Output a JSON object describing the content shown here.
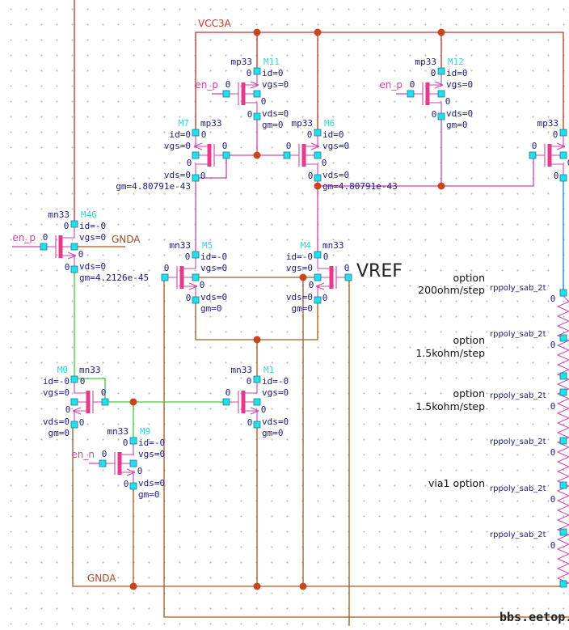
{
  "nets": {
    "vcc": "VCC3A",
    "gnd": "GNDA",
    "gnd_small": "GNDA",
    "vref": "VREF"
  },
  "pin_value": "0",
  "colors": {
    "vcc": "#c03030",
    "ground": "#a8581e",
    "device_wire": "#cc44aa",
    "green_net": "#3ccf3c",
    "blue_net": "#2a7ad0",
    "pin": "#22e0ea",
    "node": "#c8461c",
    "channel": "#e8388a"
  },
  "transistors": [
    {
      "name": "M11",
      "model": "mp33",
      "gate_label": "en_p",
      "params": [
        "id=0",
        "vgs=0",
        "vds=0",
        "gm=0"
      ]
    },
    {
      "name": "M7",
      "model": "mp33",
      "gate_label": "",
      "params": [
        "id=0",
        "vgs=0",
        "vds=0",
        "gm=4.80791e-43"
      ]
    },
    {
      "name": "M6",
      "model": "mp33",
      "gate_label": "",
      "params": [
        "id=0",
        "vgs=0",
        "vds=0",
        "gm=4.80791e-43"
      ]
    },
    {
      "name": "M12",
      "model": "mp33",
      "gate_label": "en_p",
      "params": [
        "id=0",
        "vgs=0",
        "vds=0",
        "gm=0"
      ]
    },
    {
      "name": "",
      "model": "mp33",
      "gate_label": "",
      "params": []
    },
    {
      "name": "M46",
      "model": "mn33",
      "gate_label": "en_p",
      "params": [
        "id=-0",
        "vgs=0",
        "vds=0",
        "gm=4.2126e-45"
      ]
    },
    {
      "name": "M5",
      "model": "mn33",
      "gate_label": "",
      "params": [
        "id=-0",
        "vgs=0",
        "vds=0",
        "gm=0"
      ]
    },
    {
      "name": "M4",
      "model": "mn33",
      "gate_label": "",
      "params": [
        "id=-0",
        "vgs=0",
        "vds=0",
        "gm=0"
      ]
    },
    {
      "name": "M0",
      "model": "mn33",
      "gate_label": "",
      "params": [
        "id=-0",
        "vgs=0",
        "vds=0",
        "gm=0"
      ]
    },
    {
      "name": "M1",
      "model": "mn33",
      "gate_label": "",
      "params": [
        "id=-0",
        "vgs=0",
        "vds=0",
        "gm=0"
      ]
    },
    {
      "name": "M9",
      "model": "mn33",
      "gate_label": "en_n",
      "params": [
        "id=-0",
        "vgs=0",
        "vds=0",
        "gm=0"
      ]
    }
  ],
  "resistors": [
    {
      "model": "rppoly_sab_2t"
    },
    {
      "model": "rppoly_sab_2t"
    },
    {
      "model": "rppoly_sab_2t"
    },
    {
      "model": "rppoly_sab_2t"
    },
    {
      "model": "rppoly_sab_2t"
    },
    {
      "model": "rppoly_sab_2t"
    }
  ],
  "notes": [
    {
      "lines": [
        "option",
        "200ohm/step"
      ]
    },
    {
      "lines": [
        "option",
        "1.5kohm/step"
      ]
    },
    {
      "lines": [
        "option",
        "1.5kohm/step"
      ]
    },
    {
      "lines": [
        "via1 option"
      ]
    }
  ],
  "watermark": "bbs.eetop.cn"
}
